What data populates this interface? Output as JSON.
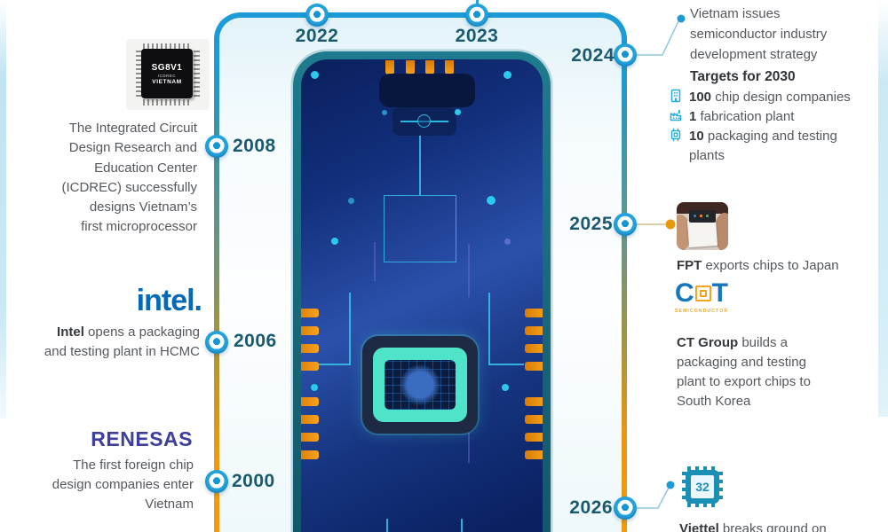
{
  "colors": {
    "accent_blue": "#1C9BD7",
    "orange": "#F09B0E",
    "icon_blue": "#29A9E1",
    "year_text": "#1A5A6E",
    "body_text": "#54585D",
    "phone_teal": "#17667A",
    "cpu_mint": "#4FE3C9"
  },
  "top_years": {
    "y2022": "2022",
    "y2023": "2023"
  },
  "left": {
    "icdrec": {
      "year": "2008",
      "chip": {
        "line1": "SG8V1",
        "line2": "ICDREC",
        "line3": "VIETNAM"
      },
      "lines": [
        "The Integrated Circuit",
        "Design Research and",
        "Education Center",
        "(ICDREC) successfully",
        "designs Vietnam’s",
        "first microprocessor"
      ]
    },
    "intel": {
      "year": "2006",
      "logo": "intel.",
      "line1_bold": "Intel",
      "line1_rest": " opens a packaging",
      "line2": "and testing plant in HCMC"
    },
    "renesas": {
      "year": "2000",
      "logo": "RENESAS",
      "lines": [
        "The first foreign chip",
        "design companies enter",
        "Vietnam"
      ]
    }
  },
  "right": {
    "e2024": {
      "year": "2024",
      "lines": [
        "Vietnam issues",
        "semiconductor industry",
        "development strategy"
      ],
      "targets": {
        "title": "Targets for 2030",
        "items": [
          {
            "icon": "building-icon",
            "value": "100",
            "label": " chip design companies"
          },
          {
            "icon": "factory-icon",
            "value": "1",
            "label": " fabrication plant"
          },
          {
            "icon": "chip-icon",
            "value": "10",
            "label": " packaging and testing"
          }
        ],
        "item3_line2": "plants"
      }
    },
    "e2025": {
      "year": "2025",
      "fpt_bold": "FPT",
      "fpt_rest": " exports chips to Japan",
      "ct_logo": {
        "c": "C",
        "t": "T",
        "sub": "SEMICONDUCTOR"
      },
      "ct_lines": [
        {
          "bold": "CT Group",
          "rest": " builds a"
        },
        {
          "bold": "",
          "rest": "packaging and testing"
        },
        {
          "bold": "",
          "rest": "plant to export chips to"
        },
        {
          "bold": "",
          "rest": "South Korea"
        }
      ]
    },
    "e2026": {
      "year": "2026",
      "chip_value": "32",
      "bold": "Viettel",
      "rest": " breaks ground on"
    }
  }
}
